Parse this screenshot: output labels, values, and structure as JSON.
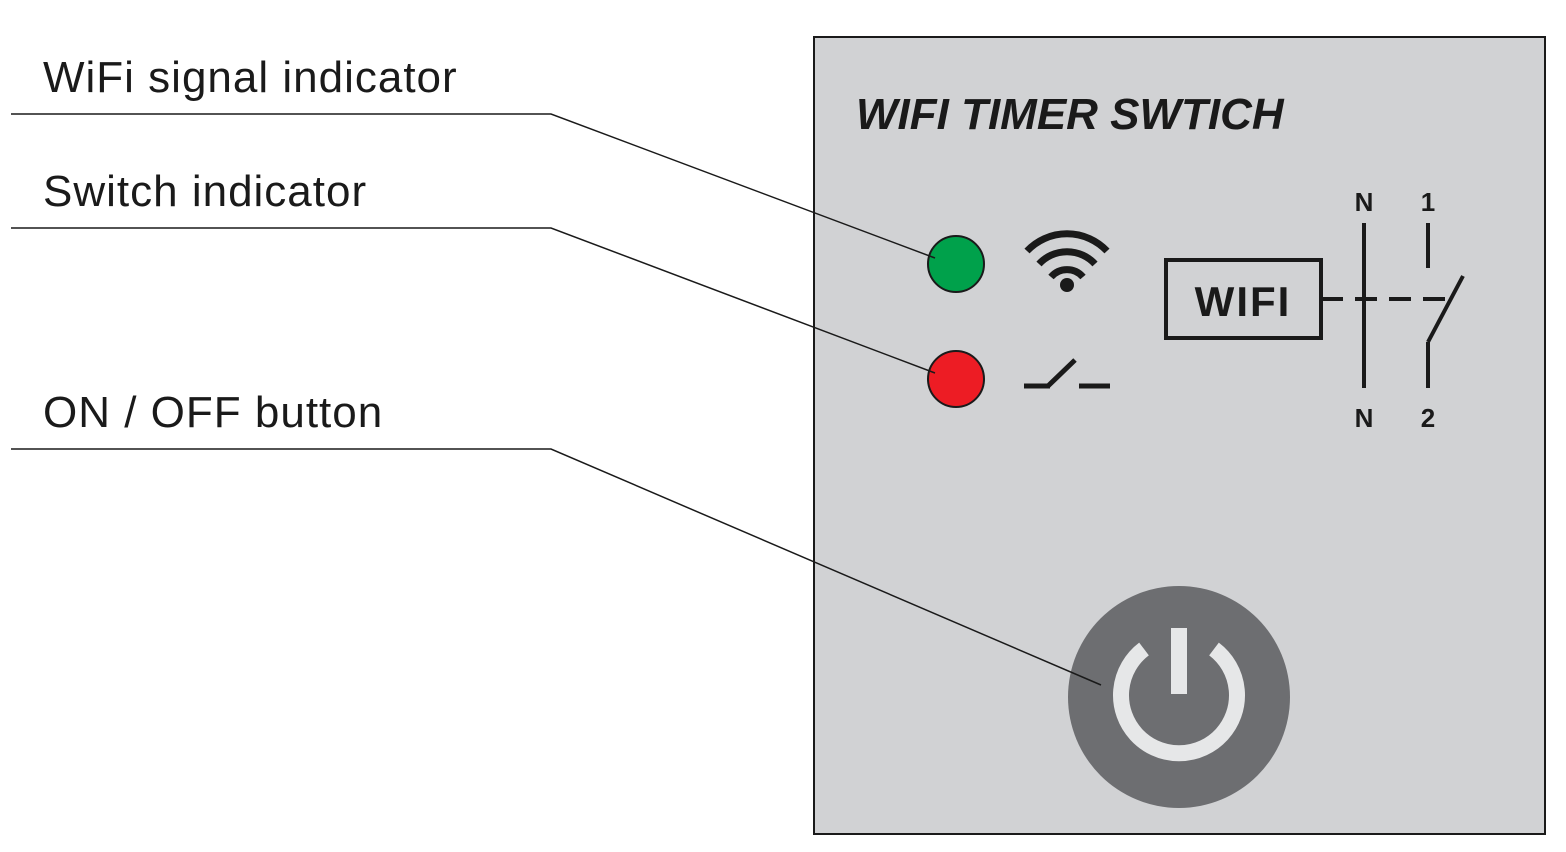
{
  "callouts": {
    "wifi_signal_indicator": "WiFi signal indicator",
    "switch_indicator": "Switch indicator",
    "on_off_button": "ON / OFF button"
  },
  "device": {
    "title": "WIFI TIMER SWTICH",
    "wifi_box_label": "WIFI",
    "terminals": {
      "top_left": "N",
      "top_right": "1",
      "bottom_left": "N",
      "bottom_right": "2"
    }
  },
  "colors": {
    "panel_bg": "#d1d2d4",
    "wifi_led": "#00a14b",
    "switch_led": "#ed1c24",
    "power_button": "#6d6e71",
    "power_icon": "#e6e7e8",
    "line": "#1a1a1a"
  },
  "icons": {
    "wifi_signal": "wifi-signal-icon",
    "switch_symbol": "switch-symbol-icon",
    "power": "power-icon"
  }
}
